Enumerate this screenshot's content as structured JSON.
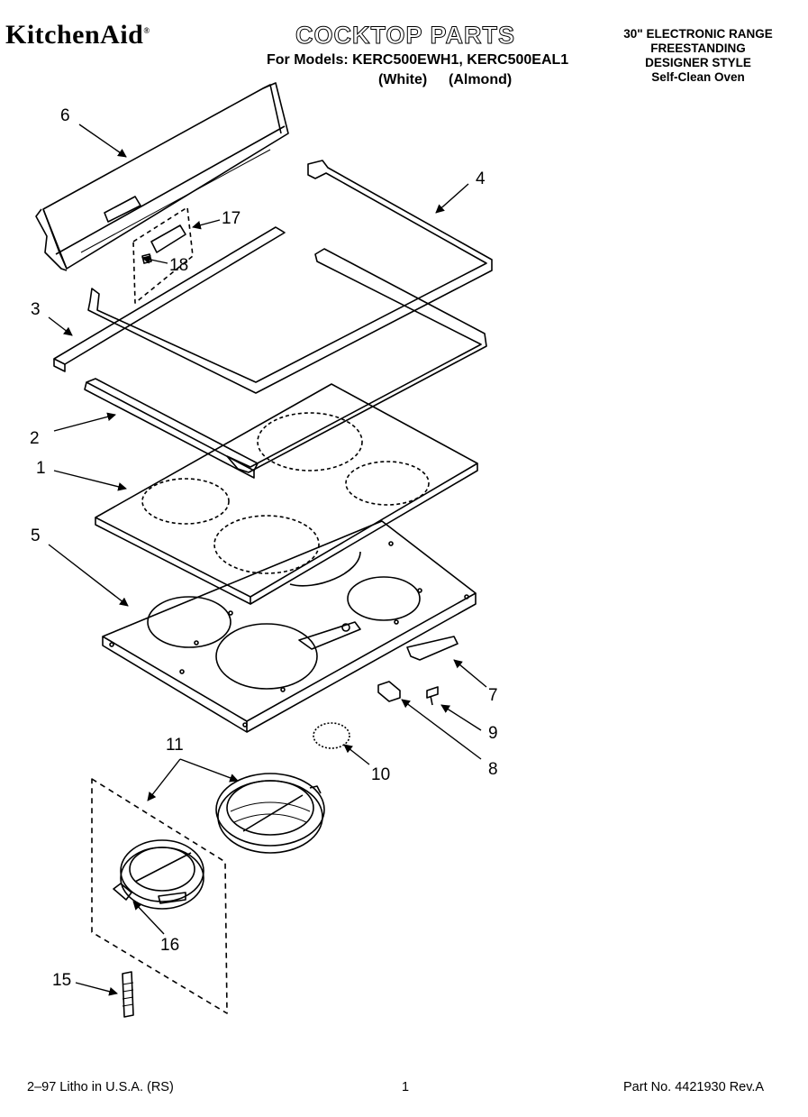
{
  "header": {
    "brand": "KitchenAid",
    "brand_mark": "®",
    "title": "COCKTOP PARTS",
    "models_line": "For Models: KERC500EWH1, KERC500EAL1",
    "color_white": "(White)",
    "color_almond": "(Almond)",
    "description": [
      "30\" ELECTRONIC RANGE",
      "FREESTANDING",
      "DESIGNER STYLE",
      "Self-Clean Oven"
    ]
  },
  "callouts": [
    "1",
    "2",
    "3",
    "4",
    "5",
    "6",
    "7",
    "8",
    "9",
    "10",
    "11",
    "15",
    "16",
    "17",
    "18"
  ],
  "footer": {
    "litho": "2–97 Litho in U.S.A. (RS)",
    "page": "1",
    "part_no": "Part No. 4421930 Rev.A"
  }
}
